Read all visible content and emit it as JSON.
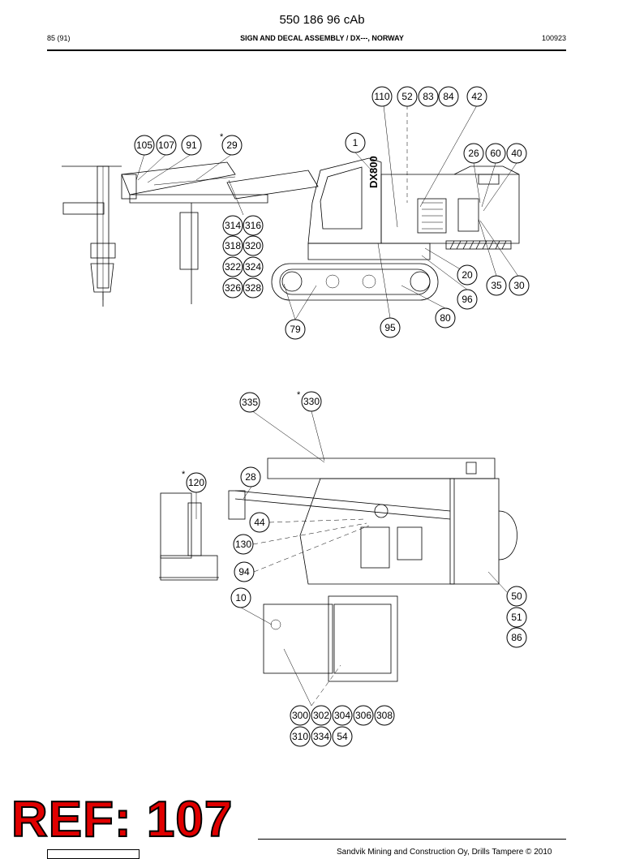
{
  "header": {
    "document_number": "550 186 96 cAb",
    "page": "85 (91)",
    "title": "SIGN AND DECAL ASSEMBLY / DX---, NORWAY",
    "code": "100923"
  },
  "side_view": {
    "machine_label": "DX800",
    "callouts": [
      "110",
      "52",
      "83",
      "84",
      "42",
      "105",
      "107",
      "91",
      "29",
      "1",
      "26",
      "60",
      "40",
      "314",
      "316",
      "318",
      "320",
      "322",
      "324",
      "326",
      "328",
      "20",
      "35",
      "30",
      "96",
      "80",
      "79",
      "95"
    ],
    "star_marks": [
      "*"
    ]
  },
  "top_view": {
    "callouts": [
      "335",
      "330",
      "120",
      "28",
      "44",
      "130",
      "94",
      "50",
      "51",
      "86",
      "10",
      "300",
      "302",
      "304",
      "306",
      "308",
      "310",
      "334",
      "54"
    ],
    "star_marks": [
      "*",
      "*"
    ]
  },
  "stamp": {
    "text": "REF: 107"
  },
  "footer": {
    "text": "Sandvik Mining and Construction Oy, Drills Tampere © 2010"
  }
}
